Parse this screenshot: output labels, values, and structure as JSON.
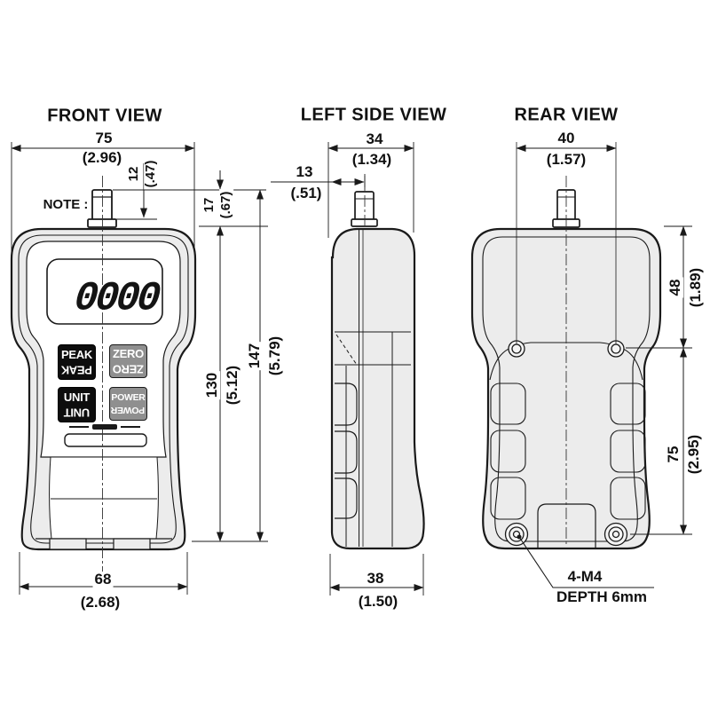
{
  "front": {
    "title": "FRONT VIEW",
    "note": "NOTE :",
    "display": "0000",
    "buttons": {
      "peak": "PEAK",
      "zero": "ZERO",
      "unit": "UNIT",
      "power": "POWER"
    },
    "dims": {
      "overall_width_mm": "75",
      "overall_width_in": "(2.96)",
      "shaft_height_mm": "12",
      "shaft_height_in": "(.47)",
      "shaft_offset_mm": "17",
      "shaft_offset_in": "(.67)",
      "body_height_mm": "130",
      "body_height_in": "(5.12)",
      "overall_height_mm": "147",
      "overall_height_in": "(5.79)",
      "bottom_width_mm": "68",
      "bottom_width_in": "(2.68)"
    }
  },
  "side": {
    "title": "LEFT SIDE VIEW",
    "dims": {
      "depth_mm": "34",
      "depth_in": "(1.34)",
      "shaft_offset_mm": "13",
      "shaft_offset_in": "(.51)",
      "bottom_depth_mm": "38",
      "bottom_depth_in": "(1.50)"
    }
  },
  "rear": {
    "title": "REAR VIEW",
    "dims": {
      "width_mm": "40",
      "width_in": "(1.57)",
      "screw_top_mm": "48",
      "screw_top_in": "(1.89)",
      "screw_span_mm": "75",
      "screw_span_in": "(2.95)"
    },
    "screw_note_1": "4-M4",
    "screw_note_2": "DEPTH 6mm"
  },
  "colors": {
    "line": "#1a1a1a",
    "body_fill": "#ececec",
    "button_dark": "#0d0d0d",
    "button_gray": "#8f8f8f"
  }
}
